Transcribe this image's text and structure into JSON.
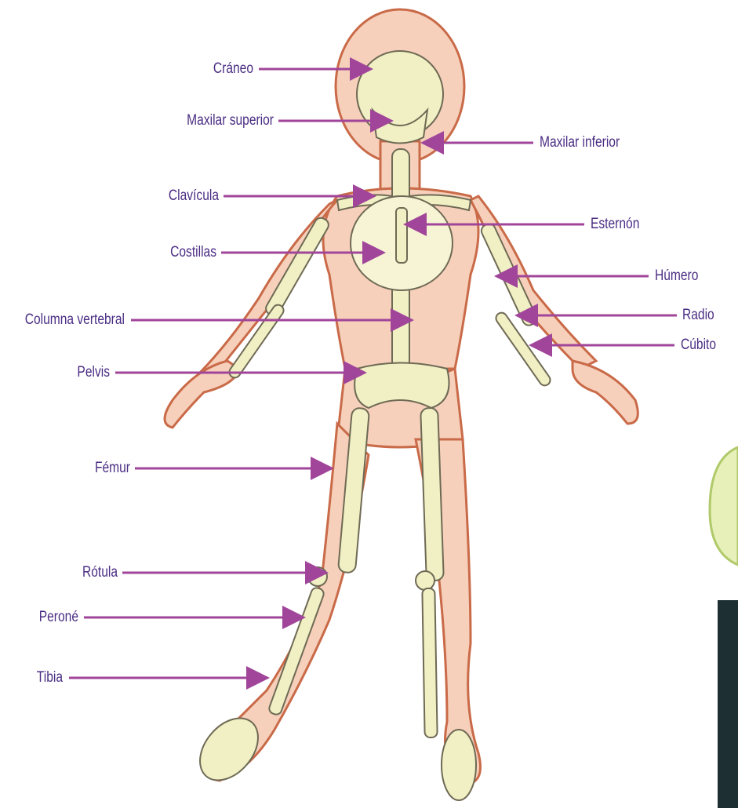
{
  "labels": {
    "craneo": "Cráneo",
    "maxilar_superior": "Maxilar superior",
    "maxilar_inferior": "Maxilar inferior",
    "clavicula": "Clavícula",
    "esternon": "Esternón",
    "costillas": "Costillas",
    "humero": "Húmero",
    "columna": "Columna vertebral",
    "radio": "Radio",
    "cubito": "Cúbito",
    "pelvis": "Pelvis",
    "femur": "Fémur",
    "rotula": "Rótula",
    "perone": "Peroné",
    "tibia": "Tibia"
  },
  "colors": {
    "label_text": "#4a2d83",
    "pointer_line": "#a1459a",
    "skin": "#f4c9b3",
    "skin_outline": "#c96a48",
    "bone": "#f1efc4",
    "bone_outline": "#6e6a55",
    "side_badge": "#e6f0b8"
  }
}
